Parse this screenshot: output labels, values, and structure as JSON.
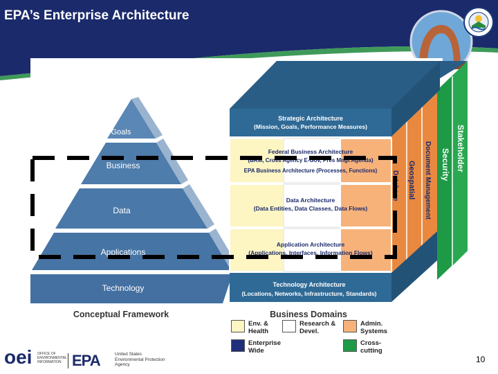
{
  "slide": {
    "title": "EPA’s Enterprise Architecture",
    "page_number": "10"
  },
  "pyramid": {
    "levels": [
      "Goals",
      "Business",
      "Data",
      "Applications",
      "Technology"
    ],
    "caption": "Conceptual Framework"
  },
  "cube": {
    "top_line1": "Strategic Architecture",
    "top_line2": "(Mission, Goals, Performance Measures)",
    "business_line1": "Federal Business Architecture",
    "business_line2": "(BRM, Cross Agency E-Gov, Pres Mngt Agenda)",
    "business_line3": "EPA Business Architecture (Processes, Functions)",
    "data_line1": "Data Architecture",
    "data_line2": "(Data Entities, Data Classes, Data Flows)",
    "app_line1": "Application Architecture",
    "app_line2": "(Applications, Interfaces, Information Flows)",
    "tech_line1": "Technology Architecture",
    "tech_line2": "(Locations, Networks, Infrastructure, Standards)",
    "side_labels": [
      "Database",
      "Geospatial",
      "Document Management",
      "Security",
      "Stakeholder"
    ]
  },
  "legend": {
    "title": "Business Domains",
    "items": [
      {
        "label": "Env. &\nHealth",
        "color": "#fdf5c2"
      },
      {
        "label": "Research &\nDevel.",
        "color": "#ffffff"
      },
      {
        "label": "Admin.\nSystems",
        "color": "#f7b27a"
      },
      {
        "label": "Enterprise\nWide",
        "color": "#1f2f7a"
      },
      {
        "label": "Cross-\ncutting",
        "color": "#1e9a46"
      }
    ]
  },
  "footer": {
    "oei_text": "oei",
    "oei_caption": "OFFICE OF\nENVIRONMENTAL\nINFORMATION",
    "epa_text": "EPA",
    "epa_caption": "United States\nEnvironmental Protection\nAgency"
  },
  "colors": {
    "header_navy": "#1a2a6c",
    "cube_blue": "#2f6a96",
    "pyramid_blue": "#4a78a8",
    "green": "#1e9a46",
    "orange": "#f7b27a",
    "yellow": "#fdf5c2"
  }
}
